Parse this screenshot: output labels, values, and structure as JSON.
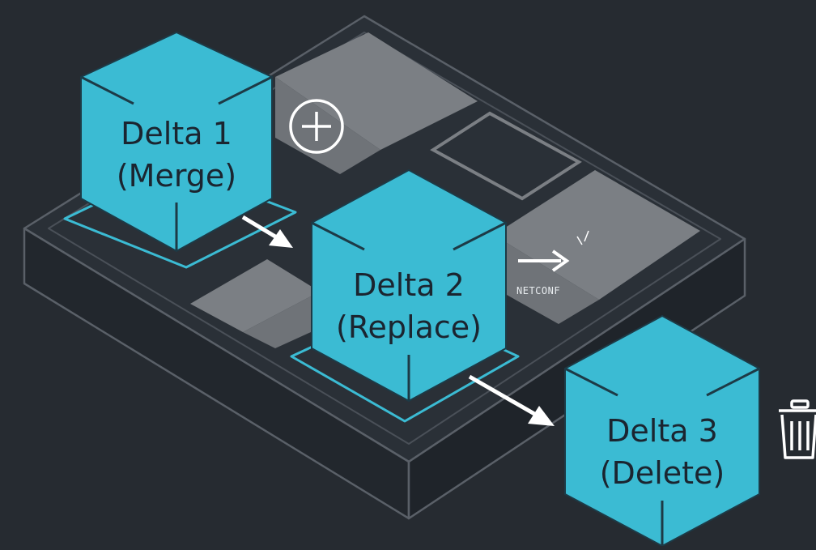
{
  "colors": {
    "background": "#262b31",
    "cube": "#3bbbd3",
    "cube_edge": "#1d3a46",
    "outline": "#5a6068",
    "tile": "#7b7f84",
    "accent_outline": "#3bbbd3",
    "arrow": "#ffffff"
  },
  "deltas": [
    {
      "line1": "Delta 1",
      "line2": "(Merge)"
    },
    {
      "line1": "Delta 2",
      "line2": "(Replace)"
    },
    {
      "line1": "Delta 3",
      "line2": "(Delete)"
    }
  ],
  "protocol_label": "NETCONF",
  "icons": [
    "add-icon",
    "arrow-right-icon",
    "trash-icon"
  ]
}
